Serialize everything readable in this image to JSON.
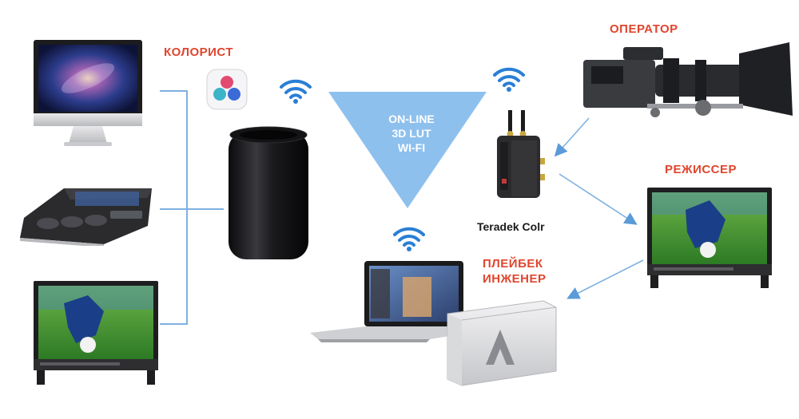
{
  "labels": {
    "colorist": "КОЛОРИСТ",
    "operator": "ОПЕРАТОР",
    "director": "РЕЖИССЕР",
    "playback_line1": "ПЛЕЙБЕК",
    "playback_line2": "ИНЖЕНЕР",
    "teradek": "Teradek Colr"
  },
  "triangle": {
    "line1": "ON-LINE",
    "line2": "3D LUT",
    "line3": "WI-FI"
  },
  "colors": {
    "label_red": "#e0452e",
    "accent_blue": "#2a7fd6",
    "triangle_blue": "#8ec0ee",
    "wire_blue": "#7fb0e0"
  },
  "icons": {
    "colorist_app": "davinci-resolve-logo-icon",
    "wifi": "wifi-icon"
  }
}
